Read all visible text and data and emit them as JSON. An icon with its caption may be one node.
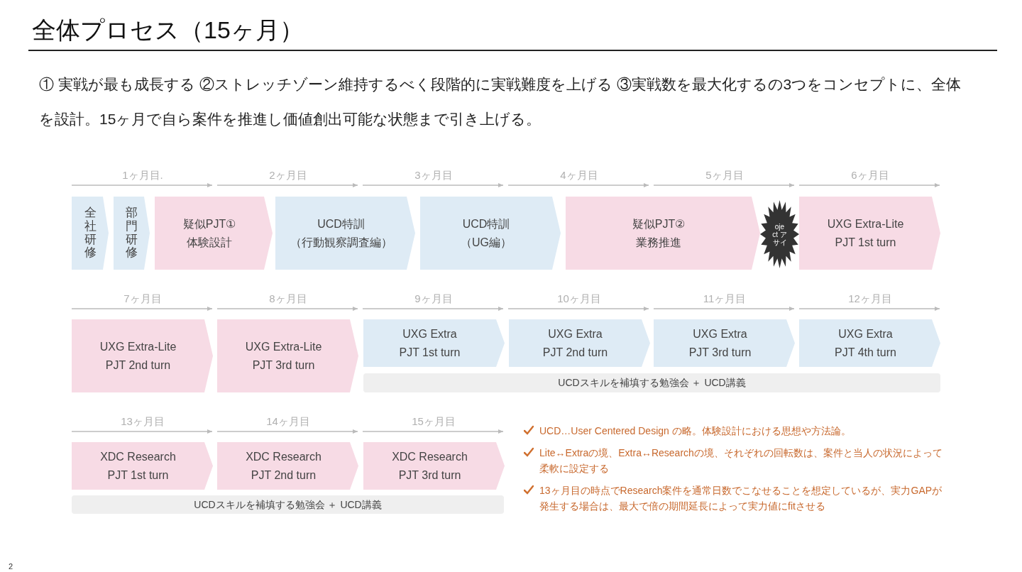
{
  "diagram": {
    "title": "全体プロセス（15ヶ月）",
    "nodes": [
      {
        "text": [
          "全社研修"
        ]
      },
      {
        "text": [
          "部門研修"
        ]
      },
      {
        "text": [
          "疑似PJT①",
          "体験設計"
        ]
      },
      {
        "text": [
          "UCD特訓",
          "（行動観察調査編）"
        ]
      },
      {
        "text": [
          "UCD特訓",
          "（UG編）"
        ]
      },
      {
        "text": [
          "疑似PJT②",
          "業務推進"
        ]
      },
      {
        "text": [
          "oje ct アサイ"
        ]
      },
      {
        "text": [
          "UXG Extra-Lite",
          "PJT 1st turn"
        ]
      },
      {
        "text": [
          "UXG Extra-Lite",
          "PJT 2nd turn"
        ]
      },
      {
        "text": [
          "UXG Extra-Lite",
          "PJT 3rd turn"
        ]
      },
      {
        "text": [
          "UXG Extra",
          "PJT 1st turn"
        ]
      },
      {
        "text": [
          "UXG Extra",
          "PJT 2nd turn"
        ]
      },
      {
        "text": [
          "UXG Extra",
          "PJT 3rd turn"
        ]
      },
      {
        "text": [
          "UXG Extra",
          "PJT 4th turn"
        ]
      },
      {
        "text": [
          "UCDスキルを補填する勉強会 ＋ UCD講義"
        ]
      },
      {
        "text": [
          "XDC Research",
          "PJT 1st turn"
        ]
      },
      {
        "text": [
          "XDC Research",
          "PJT 2nd turn"
        ]
      },
      {
        "text": [
          "XDC Research",
          "PJT 3rd turn"
        ]
      },
      {
        "text": [
          "UCDスキルを補填する勉強会 ＋ UCD講義"
        ]
      }
    ],
    "labels": [
      "① 実戦が最も成長する ②ストレッチゾーン維持するべく段階的に実戦難度を上げる ③実戦数を最大化するの3つをコンセプトに、全体を設計。15ヶ月で自ら案件を推進し価値創出可能な状態まで引き上げる。",
      "1ヶ月目.",
      "2ヶ月目",
      "3ヶ月目",
      "4ヶ月目",
      "5ヶ月目",
      "6ヶ月目",
      "7ヶ月目",
      "8ヶ月目",
      "9ヶ月目",
      "10ヶ月目",
      "11ヶ月目",
      "12ヶ月目",
      "13ヶ月目",
      "14ヶ月目",
      "15ヶ月目",
      "UCD…User Centered Design の略。体験設計における思想や方法論。",
      "Lite↔Extraの境、Extra↔Researchの境、それぞれの回転数は、案件と当人の状況によって柔軟に設定する",
      "13ヶ月目の時点でResearch案件を通常日数でこなせることを想定しているが、実力GAPが発生する場合は、最大で倍の期間延長によって実力値にfitさせる",
      "2"
    ]
  }
}
